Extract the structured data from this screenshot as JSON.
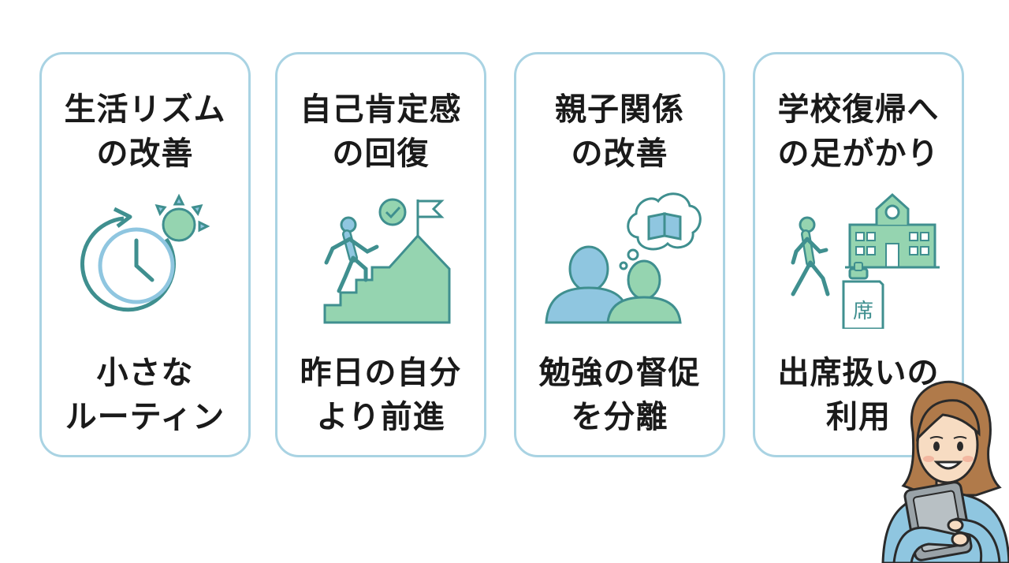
{
  "cards": [
    {
      "title_lines": [
        "生活リズム",
        "の改善"
      ],
      "icon": "clock-sun-icon",
      "caption_lines": [
        "小さな",
        "ルーティン"
      ]
    },
    {
      "title_lines": [
        "自己肯定感",
        "の回復"
      ],
      "icon": "climbing-stairs-icon",
      "caption_lines": [
        "昨日の自分",
        "より前進"
      ]
    },
    {
      "title_lines": [
        "親子関係",
        "の改善"
      ],
      "icon": "parent-child-thought-icon",
      "caption_lines": [
        "勉強の督促",
        "を分離"
      ]
    },
    {
      "title_lines": [
        "学校復帰へ",
        "の足がかり"
      ],
      "icon": "school-walk-icon",
      "caption_lines": [
        "出席扱いの",
        "利用"
      ],
      "stamp_text": "席"
    }
  ],
  "colors": {
    "card_border": "#a9d3e3",
    "teal_line": "#3f8f8f",
    "blue_fill": "#8fc6e0",
    "green_fill": "#95d4b0",
    "text": "#1a1a1a"
  }
}
